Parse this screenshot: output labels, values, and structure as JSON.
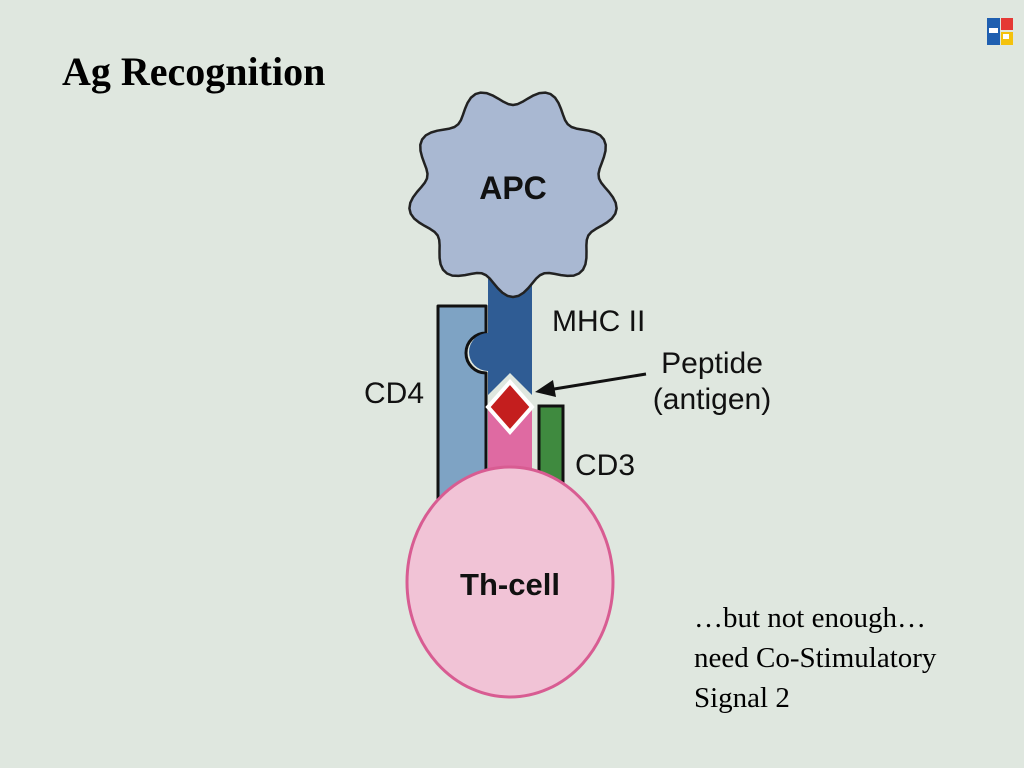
{
  "slide": {
    "title": "Ag Recognition"
  },
  "logo": {
    "icon": "brand-logo-icon",
    "colors": [
      "#1f5fb0",
      "#e53935",
      "#f4c20d"
    ]
  },
  "diagram": {
    "labels": {
      "apc": "APC",
      "mhc": "MHC II",
      "peptide_line1": "Peptide",
      "peptide_line2": "(antigen)",
      "cd4": "CD4",
      "cd3": "CD3",
      "thcell": "Th-cell"
    },
    "colors": {
      "apc": "#a9b8d2",
      "mhc": "#2f5c94",
      "cd4": "#7ea3c4",
      "tcr": "#df6aa2",
      "peptide": "#c41e1e",
      "cd3": "#3f8a3f",
      "thcell": "#f1c3d6",
      "thcell_border": "#d85c92"
    }
  },
  "note": {
    "lines": [
      "…but not enough…",
      "need Co-Stimulatory",
      "Signal 2"
    ]
  }
}
